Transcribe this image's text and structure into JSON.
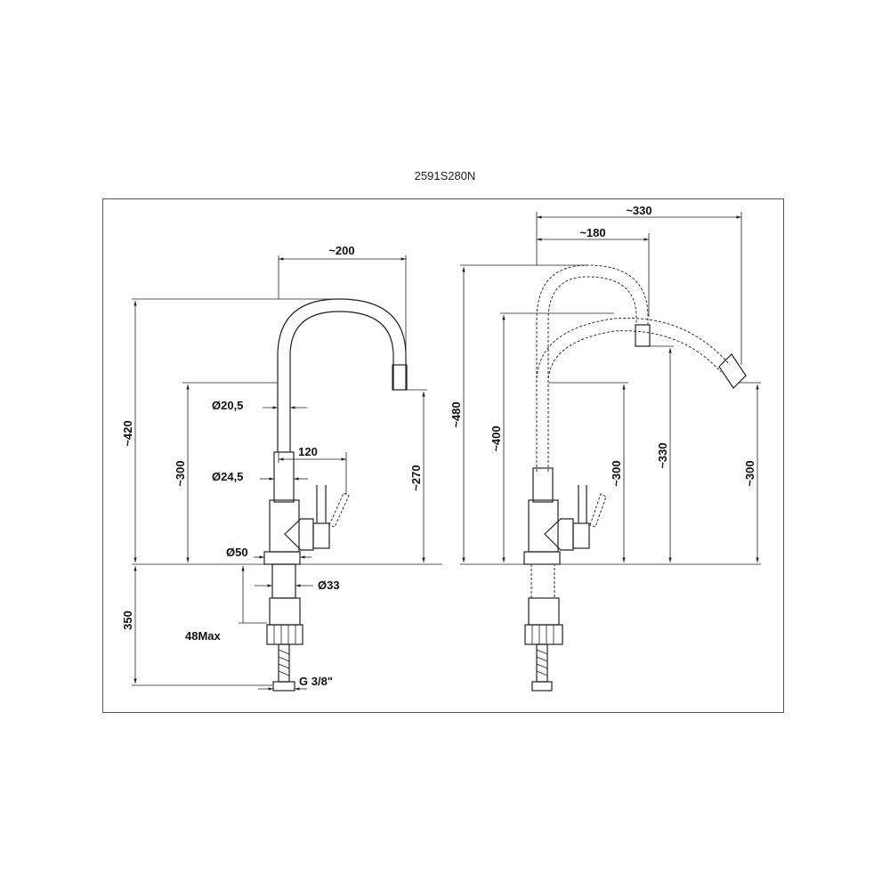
{
  "model_code": "2591S280N",
  "colors": {
    "line": "#222222",
    "frame": "#555555",
    "background": "#ffffff"
  },
  "left_view": {
    "width_spout": "~200",
    "height_total": "~420",
    "height_300": "~300",
    "height_270": "~270",
    "dia_spout": "Ø20,5",
    "dia_body": "Ø24,5",
    "handle_reach": "120",
    "dia_base": "Ø50",
    "dia_shank": "Ø33",
    "below_counter": "350",
    "max_thickness": "48Max",
    "thread": "G 3/8\""
  },
  "right_view": {
    "reach_330": "~330",
    "reach_180": "~180",
    "height_480": "~480",
    "height_400": "~400",
    "height_300a": "~300",
    "height_330": "~330",
    "height_300b": "~300"
  }
}
